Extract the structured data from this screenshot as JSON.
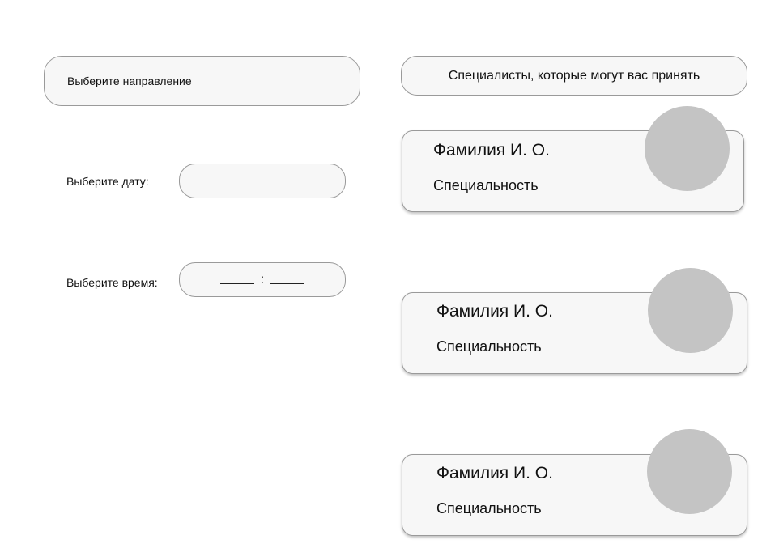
{
  "form": {
    "direction_label": "Выберите направление",
    "date_label": "Выберите дату:",
    "time_label": "Выберите время:",
    "time_separator": ":"
  },
  "specialists": {
    "header": "Специалисты, которые могут вас принять",
    "cards": [
      {
        "name": "Фамилия И. О.",
        "specialty": "Специальность"
      },
      {
        "name": "Фамилия И. О.",
        "specialty": "Специальность"
      },
      {
        "name": "Фамилия И. О.",
        "specialty": "Специальность"
      }
    ]
  },
  "colors": {
    "field_background": "#f7f7f7",
    "border": "#9a9a9a",
    "avatar": "#c4c4c4"
  }
}
